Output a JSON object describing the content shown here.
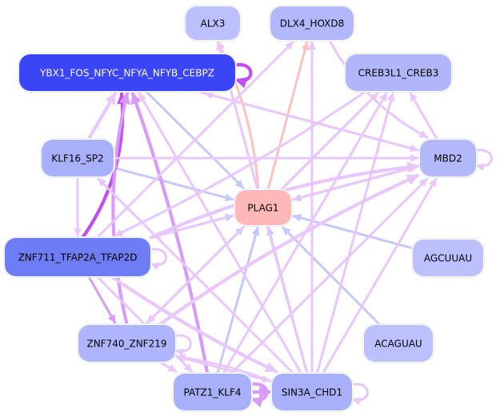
{
  "diagram": {
    "type": "network",
    "colors": {
      "node_light": "#b8bcfc",
      "node_medium": "#a9b0fa",
      "node_dark": "#6f7df5",
      "node_darkest": "#3a46f5",
      "node_pink": "#ffb8b8",
      "edge_blue": "#c5c8fc",
      "edge_pink": "#ffc0c0",
      "edge_lavender": "#e9c6fc",
      "edge_violet": "#d99af8",
      "edge_purple": "#c24cf5"
    },
    "nodes": [
      {
        "id": "ALX3",
        "label": "ALX3",
        "fill": "#bcc0fc",
        "text_color": "#000000"
      },
      {
        "id": "DLX4_HOXD8",
        "label": "DLX4_HOXD8",
        "fill": "#b3b8fb",
        "text_color": "#000000"
      },
      {
        "id": "YBX1",
        "label": "YBX1_FOS_NFYC_NFYA_NFYB_CEBPZ",
        "fill": "#3a46f5",
        "text_color": "#ffffff"
      },
      {
        "id": "CREB3L1_CREB3",
        "label": "CREB3L1_CREB3",
        "fill": "#b1b6fb",
        "text_color": "#000000"
      },
      {
        "id": "KLF16_SP2",
        "label": "KLF16_SP2",
        "fill": "#a9b0fa",
        "text_color": "#000000"
      },
      {
        "id": "MBD2",
        "label": "MBD2",
        "fill": "#b3b8fb",
        "text_color": "#000000"
      },
      {
        "id": "PLAG1",
        "label": "PLAG1",
        "fill": "#ffb8b8",
        "text_color": "#000000"
      },
      {
        "id": "ZNF711",
        "label": "ZNF711_TFAP2A_TFAP2D",
        "fill": "#6f7df5",
        "text_color": "#000000"
      },
      {
        "id": "AGCUUAU",
        "label": "AGCUUAU",
        "fill": "#bcc0fc",
        "text_color": "#000000"
      },
      {
        "id": "ZNF740_ZNF219",
        "label": "ZNF740_ZNF219",
        "fill": "#afb5fb",
        "text_color": "#000000"
      },
      {
        "id": "ACAGUAU",
        "label": "ACAGUAU",
        "fill": "#bcc0fc",
        "text_color": "#000000"
      },
      {
        "id": "PATZ1_KLF4",
        "label": "PATZ1_KLF4",
        "fill": "#a9b0fa",
        "text_color": "#000000"
      },
      {
        "id": "SIN3A_CHD1",
        "label": "SIN3A_CHD1",
        "fill": "#a9b0fa",
        "text_color": "#000000"
      }
    ],
    "edges": [
      {
        "source": "YBX1",
        "target": "YBX1",
        "color": "edge_purple",
        "weight": "heavy"
      },
      {
        "source": "MBD2",
        "target": "MBD2",
        "color": "edge_lavender",
        "weight": "medium"
      },
      {
        "source": "ZNF711",
        "target": "ZNF711",
        "color": "edge_lavender",
        "weight": "medium"
      },
      {
        "source": "ZNF740_ZNF219",
        "target": "ZNF740_ZNF219",
        "color": "edge_lavender",
        "weight": "medium"
      },
      {
        "source": "PATZ1_KLF4",
        "target": "PATZ1_KLF4",
        "color": "edge_violet",
        "weight": "heavy"
      },
      {
        "source": "SIN3A_CHD1",
        "target": "SIN3A_CHD1",
        "color": "edge_lavender",
        "weight": "medium"
      },
      {
        "source": "KLF16_SP2",
        "target": "PLAG1",
        "color": "edge_blue",
        "weight": "medium"
      },
      {
        "source": "YBX1",
        "target": "PLAG1",
        "color": "edge_blue",
        "weight": "medium"
      },
      {
        "source": "ZNF711",
        "target": "PLAG1",
        "color": "edge_blue",
        "weight": "medium"
      },
      {
        "source": "ZNF740_ZNF219",
        "target": "PLAG1",
        "color": "edge_blue",
        "weight": "medium"
      },
      {
        "source": "PATZ1_KLF4",
        "target": "PLAG1",
        "color": "edge_blue",
        "weight": "medium"
      },
      {
        "source": "SIN3A_CHD1",
        "target": "PLAG1",
        "color": "edge_blue",
        "weight": "medium"
      },
      {
        "source": "ACAGUAU",
        "target": "PLAG1",
        "color": "edge_blue",
        "weight": "medium"
      },
      {
        "source": "AGCUUAU",
        "target": "PLAG1",
        "color": "edge_blue",
        "weight": "medium"
      },
      {
        "source": "MBD2",
        "target": "PLAG1",
        "color": "edge_blue",
        "weight": "medium"
      },
      {
        "source": "PLAG1",
        "target": "ALX3",
        "color": "edge_pink",
        "weight": "medium"
      },
      {
        "source": "PLAG1",
        "target": "DLX4_HOXD8",
        "color": "edge_pink",
        "weight": "medium"
      },
      {
        "source": "PLAG1",
        "target": "CREB3L1_CREB3",
        "color": "edge_pink",
        "weight": "medium"
      },
      {
        "source": "PLAG1",
        "target": "MBD2",
        "color": "edge_pink",
        "weight": "medium"
      },
      {
        "source": "ZNF711",
        "target": "YBX1",
        "color": "edge_purple",
        "weight": "heavy"
      },
      {
        "source": "ZNF740_ZNF219",
        "target": "YBX1",
        "color": "edge_violet",
        "weight": "heavy"
      },
      {
        "source": "PATZ1_KLF4",
        "target": "YBX1",
        "color": "edge_violet",
        "weight": "heavy"
      },
      {
        "source": "SIN3A_CHD1",
        "target": "YBX1",
        "color": "edge_lavender",
        "weight": "medium"
      },
      {
        "source": "KLF16_SP2",
        "target": "YBX1",
        "color": "edge_lavender",
        "weight": "heavy"
      },
      {
        "source": "MBD2",
        "target": "YBX1",
        "color": "edge_lavender",
        "weight": "medium"
      },
      {
        "source": "KLF16_SP2",
        "target": "MBD2",
        "color": "edge_lavender",
        "weight": "medium"
      },
      {
        "source": "ZNF711",
        "target": "MBD2",
        "color": "edge_lavender",
        "weight": "heavy"
      },
      {
        "source": "ZNF740_ZNF219",
        "target": "MBD2",
        "color": "edge_lavender",
        "weight": "heavy"
      },
      {
        "source": "PATZ1_KLF4",
        "target": "MBD2",
        "color": "edge_lavender",
        "weight": "medium"
      },
      {
        "source": "SIN3A_CHD1",
        "target": "MBD2",
        "color": "edge_lavender",
        "weight": "medium"
      },
      {
        "source": "YBX1",
        "target": "MBD2",
        "color": "edge_lavender",
        "weight": "medium"
      },
      {
        "source": "DLX4_HOXD8",
        "target": "MBD2",
        "color": "edge_lavender",
        "weight": "medium"
      },
      {
        "source": "MBD2",
        "target": "CREB3L1_CREB3",
        "color": "edge_lavender",
        "weight": "medium"
      },
      {
        "source": "PATZ1_KLF4",
        "target": "CREB3L1_CREB3",
        "color": "edge_lavender",
        "weight": "medium"
      },
      {
        "source": "SIN3A_CHD1",
        "target": "CREB3L1_CREB3",
        "color": "edge_lavender",
        "weight": "medium"
      },
      {
        "source": "SIN3A_CHD1",
        "target": "DLX4_HOXD8",
        "color": "edge_lavender",
        "weight": "medium"
      },
      {
        "source": "ZNF711",
        "target": "DLX4_HOXD8",
        "color": "edge_lavender",
        "weight": "medium"
      },
      {
        "source": "SIN3A_CHD1",
        "target": "ALX3",
        "color": "edge_lavender",
        "weight": "medium"
      },
      {
        "source": "KLF16_SP2",
        "target": "ZNF711",
        "color": "edge_lavender",
        "weight": "medium"
      },
      {
        "source": "ZNF711",
        "target": "ZNF740_ZNF219",
        "color": "edge_violet",
        "weight": "medium"
      },
      {
        "source": "ZNF711",
        "target": "SIN3A_CHD1",
        "color": "edge_lavender",
        "weight": "heavy"
      },
      {
        "source": "ZNF711",
        "target": "PATZ1_KLF4",
        "color": "edge_lavender",
        "weight": "medium"
      },
      {
        "source": "ZNF740_ZNF219",
        "target": "PATZ1_KLF4",
        "color": "edge_lavender",
        "weight": "medium"
      },
      {
        "source": "ZNF740_ZNF219",
        "target": "SIN3A_CHD1",
        "color": "edge_lavender",
        "weight": "medium"
      },
      {
        "source": "PATZ1_KLF4",
        "target": "SIN3A_CHD1",
        "color": "edge_violet",
        "weight": "heavy"
      },
      {
        "source": "SIN3A_CHD1",
        "target": "ZNF740_ZNF219",
        "color": "edge_lavender",
        "weight": "medium"
      },
      {
        "source": "SIN3A_CHD1",
        "target": "KLF16_SP2",
        "color": "edge_lavender",
        "weight": "medium"
      },
      {
        "source": "MBD2",
        "target": "ZNF711",
        "color": "edge_lavender",
        "weight": "medium"
      },
      {
        "source": "CREB3L1_CREB3",
        "target": "ZNF740_ZNF219",
        "color": "edge_lavender",
        "weight": "medium"
      },
      {
        "source": "CREB3L1_CREB3",
        "target": "ZNF711",
        "color": "edge_lavender",
        "weight": "medium"
      }
    ]
  }
}
